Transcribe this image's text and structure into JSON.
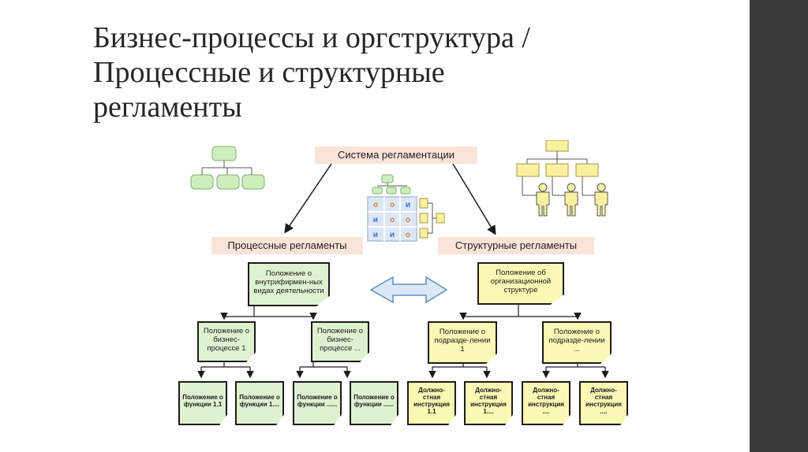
{
  "title": {
    "line1": "Бизнес-процессы и оргструктура /",
    "line2": "Процессные и структурные",
    "line3": "регламенты"
  },
  "diagram": {
    "system_label": "Система регламентации",
    "process_header": "Процессные регламенты",
    "structure_header": "Структурные регламенты",
    "process_top": "Положение о внутрифирмен-ных видах деятельности",
    "process_mid": [
      "Положение о бизнес-процессе 1",
      "Положение о бизнес-процессе ..."
    ],
    "process_leaf": [
      "Положение о функции 1.1",
      "Положение о функции 1....",
      "Положение о функции ......",
      "Положение о функции ......"
    ],
    "structure_top": "Положение об организационной структуре",
    "structure_mid": [
      "Положение о подразде-лении 1",
      "Положение о подразде-лении ..."
    ],
    "structure_leaf": [
      "Должно-стная инструкция 1.1",
      "Должно-стная инструкция 1....",
      "Должно-стная инструкция ....",
      "Должно-стная инструкция ...."
    ],
    "matrix_symbols": [
      "о",
      "о",
      "и",
      "и",
      "о",
      "о",
      "и",
      "и",
      "о"
    ],
    "colors": {
      "process_doc": "#dff2d0",
      "structure_doc": "#fbf7b5",
      "header_bg": "#fae4d8",
      "arrow_fill": "#dbe9f7",
      "arrow_stroke": "#5b8fc7",
      "sidebar": "#3b3b3b"
    }
  }
}
